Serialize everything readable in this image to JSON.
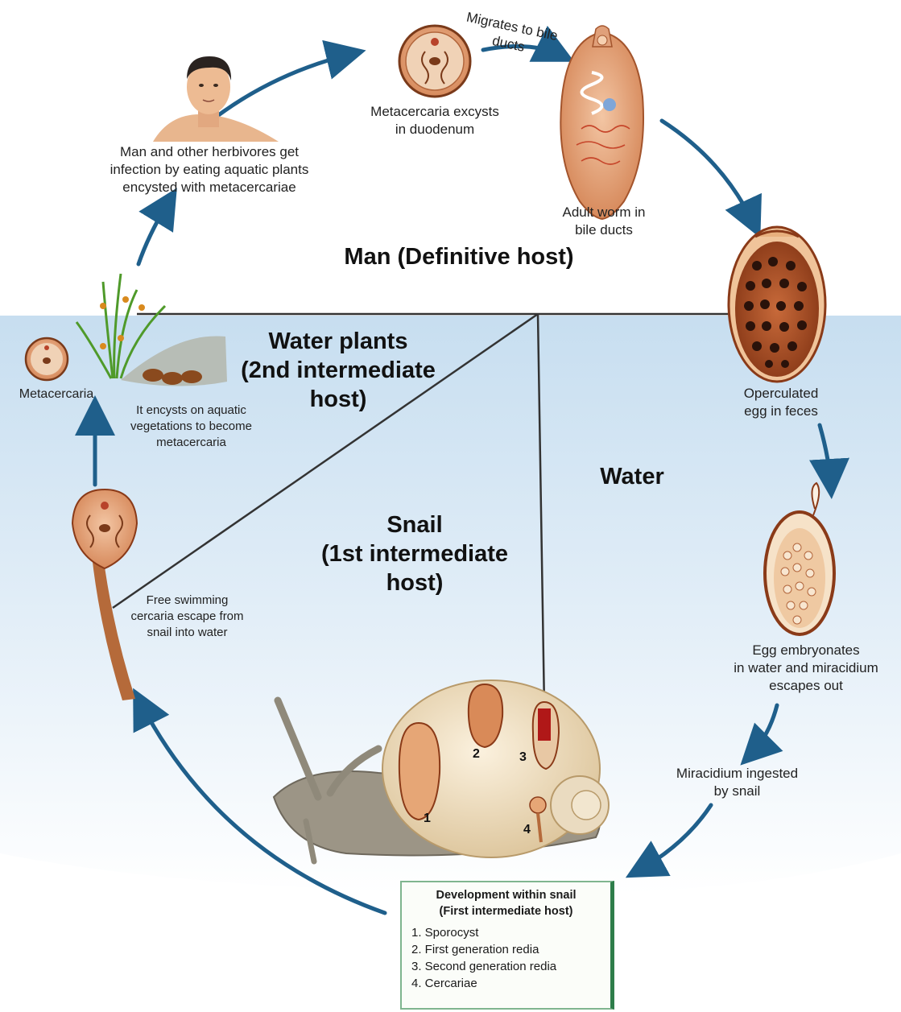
{
  "zones": {
    "definitive_host": "Man (Definitive host)",
    "water_plants_line1": "Water plants",
    "water_plants_line2": "(2nd intermediate",
    "water_plants_line3": "host)",
    "water": "Water",
    "snail_line1": "Snail",
    "snail_line2": "(1st  intermediate",
    "snail_line3": "host)"
  },
  "labels": {
    "migrates_line1": "Migrates to bile",
    "migrates_line2": "ducts",
    "metacercaria_excysts_line1": "Metacercaria excysts",
    "metacercaria_excysts_line2": "in duodenum",
    "man_infection_line1": "Man and other herbivores get",
    "man_infection_line2": "infection by eating aquatic plants",
    "man_infection_line3": "encysted with metacercariae",
    "adult_worm_line1": "Adult worm in",
    "adult_worm_line2": "bile ducts",
    "operculated_line1": "Operculated",
    "operculated_line2": "egg in feces",
    "metacercaria": "Metacercaria",
    "encysts_line1": "It encysts  on aquatic",
    "encysts_line2": "vegetations to become",
    "encysts_line3": "metacercaria",
    "free_swimming_line1": "Free swimming",
    "free_swimming_line2": "cercaria escape from",
    "free_swimming_line3": "snail into water",
    "egg_embryonates_line1": "Egg embryonates",
    "egg_embryonates_line2": "in water and miracidium",
    "egg_embryonates_line3": "escapes out",
    "miracidium_line1": "Miracidium ingested",
    "miracidium_line2": "by snail"
  },
  "snail_stage_numbers": [
    "1",
    "2",
    "3",
    "4"
  ],
  "development_box": {
    "title_line1": "Development within snail",
    "title_line2": "(First intermediate host)",
    "items": [
      "1. Sporocyst",
      "2. First generation redia",
      "3. Second generation redia",
      "4. Cercariae"
    ]
  },
  "colors": {
    "arrow": "#1f5f8b",
    "water_top": "#cfe3f2",
    "water_bottom": "#ffffff",
    "body_tissue": "#d9936a",
    "snail_shell": "#ecdcc0",
    "snail_body": "#9c9586",
    "dev_box_border": "#2e7d4a"
  },
  "icons": [
    "man-face-icon",
    "fluke-worm-icon",
    "egg-icon",
    "snail-icon",
    "plant-icon",
    "cercaria-icon",
    "metacercaria-cyst-icon"
  ]
}
